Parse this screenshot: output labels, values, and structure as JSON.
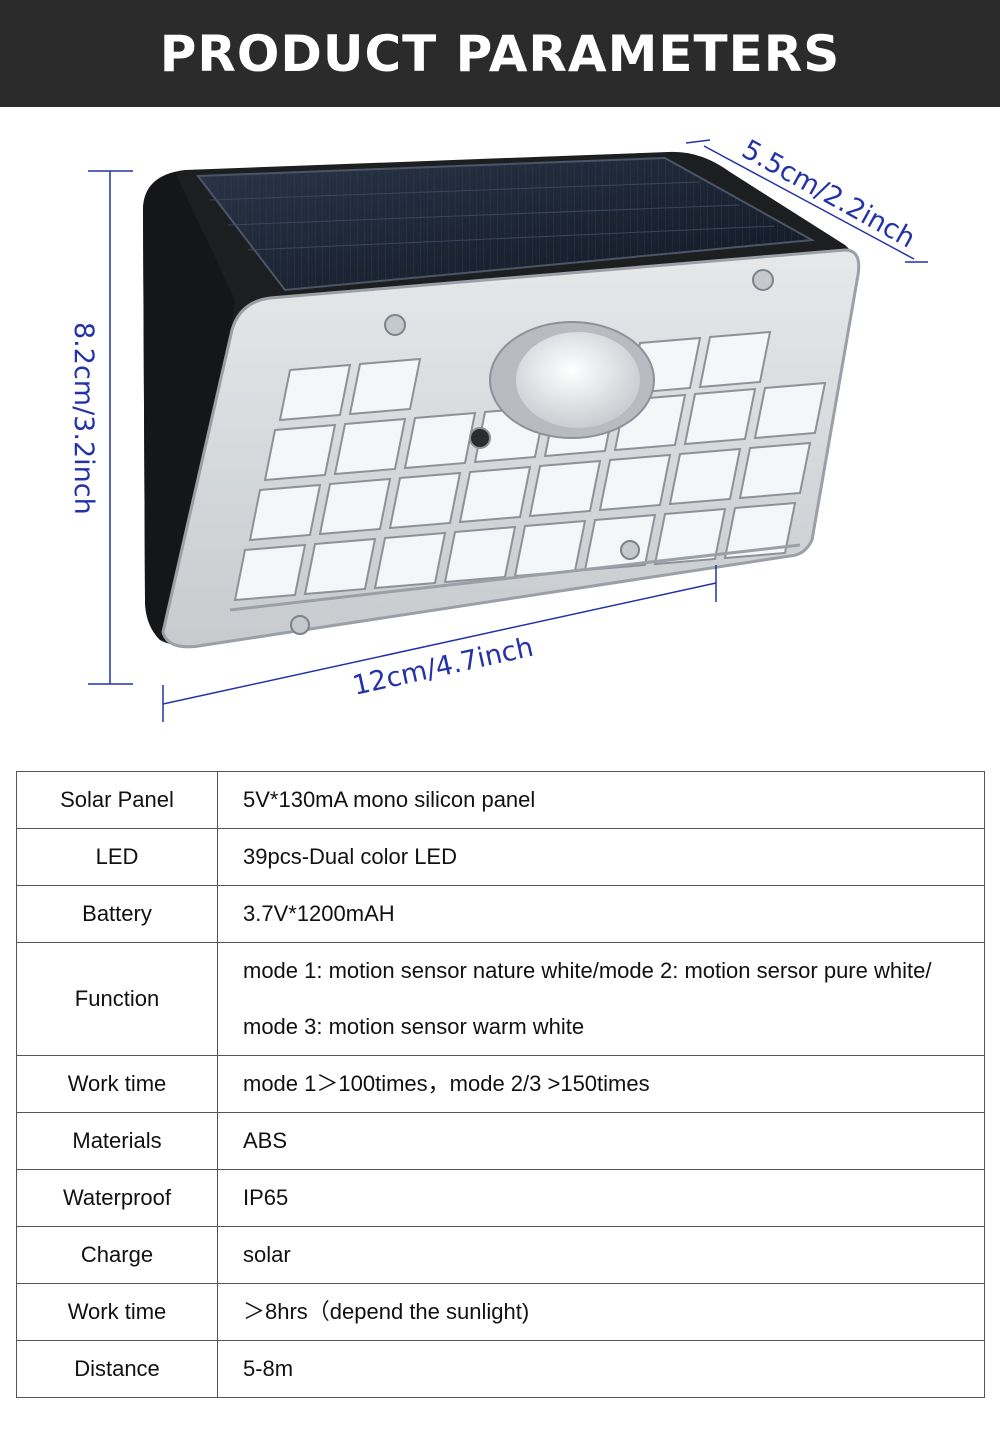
{
  "header": {
    "title": "PRODUCT PARAMETERS"
  },
  "dimensions": {
    "depth": "5.5cm/2.2inch",
    "height": "8.2cm/3.2inch",
    "width": "12cm/4.7inch"
  },
  "specs": [
    {
      "label": "Solar Panel",
      "value": [
        "5V*130mA mono silicon panel"
      ]
    },
    {
      "label": "LED",
      "value": [
        "39pcs-Dual color LED"
      ]
    },
    {
      "label": "Battery",
      "value": [
        "3.7V*1200mAH"
      ]
    },
    {
      "label": "Function",
      "value": [
        "mode 1: motion sensor nature white/mode 2: motion sersor pure white/",
        "mode 3: motion sensor warm white"
      ]
    },
    {
      "label": "Work time",
      "value": [
        "mode 1＞100times，mode 2/3 >150times"
      ]
    },
    {
      "label": "Materials",
      "value": [
        "ABS"
      ]
    },
    {
      "label": "Waterproof",
      "value": [
        "IP65"
      ]
    },
    {
      "label": "Charge",
      "value": [
        "solar"
      ]
    },
    {
      "label": "Work time",
      "value": [
        "＞8hrs（depend the sunlight)"
      ]
    },
    {
      "label": "Distance",
      "value": [
        "5-8m"
      ]
    }
  ],
  "colors": {
    "header_bg": "#2b2b2b",
    "dimension_lines": "#2332a8",
    "table_border": "#555555"
  },
  "icons": {
    "product_image": "solar-motion-wall-light"
  }
}
